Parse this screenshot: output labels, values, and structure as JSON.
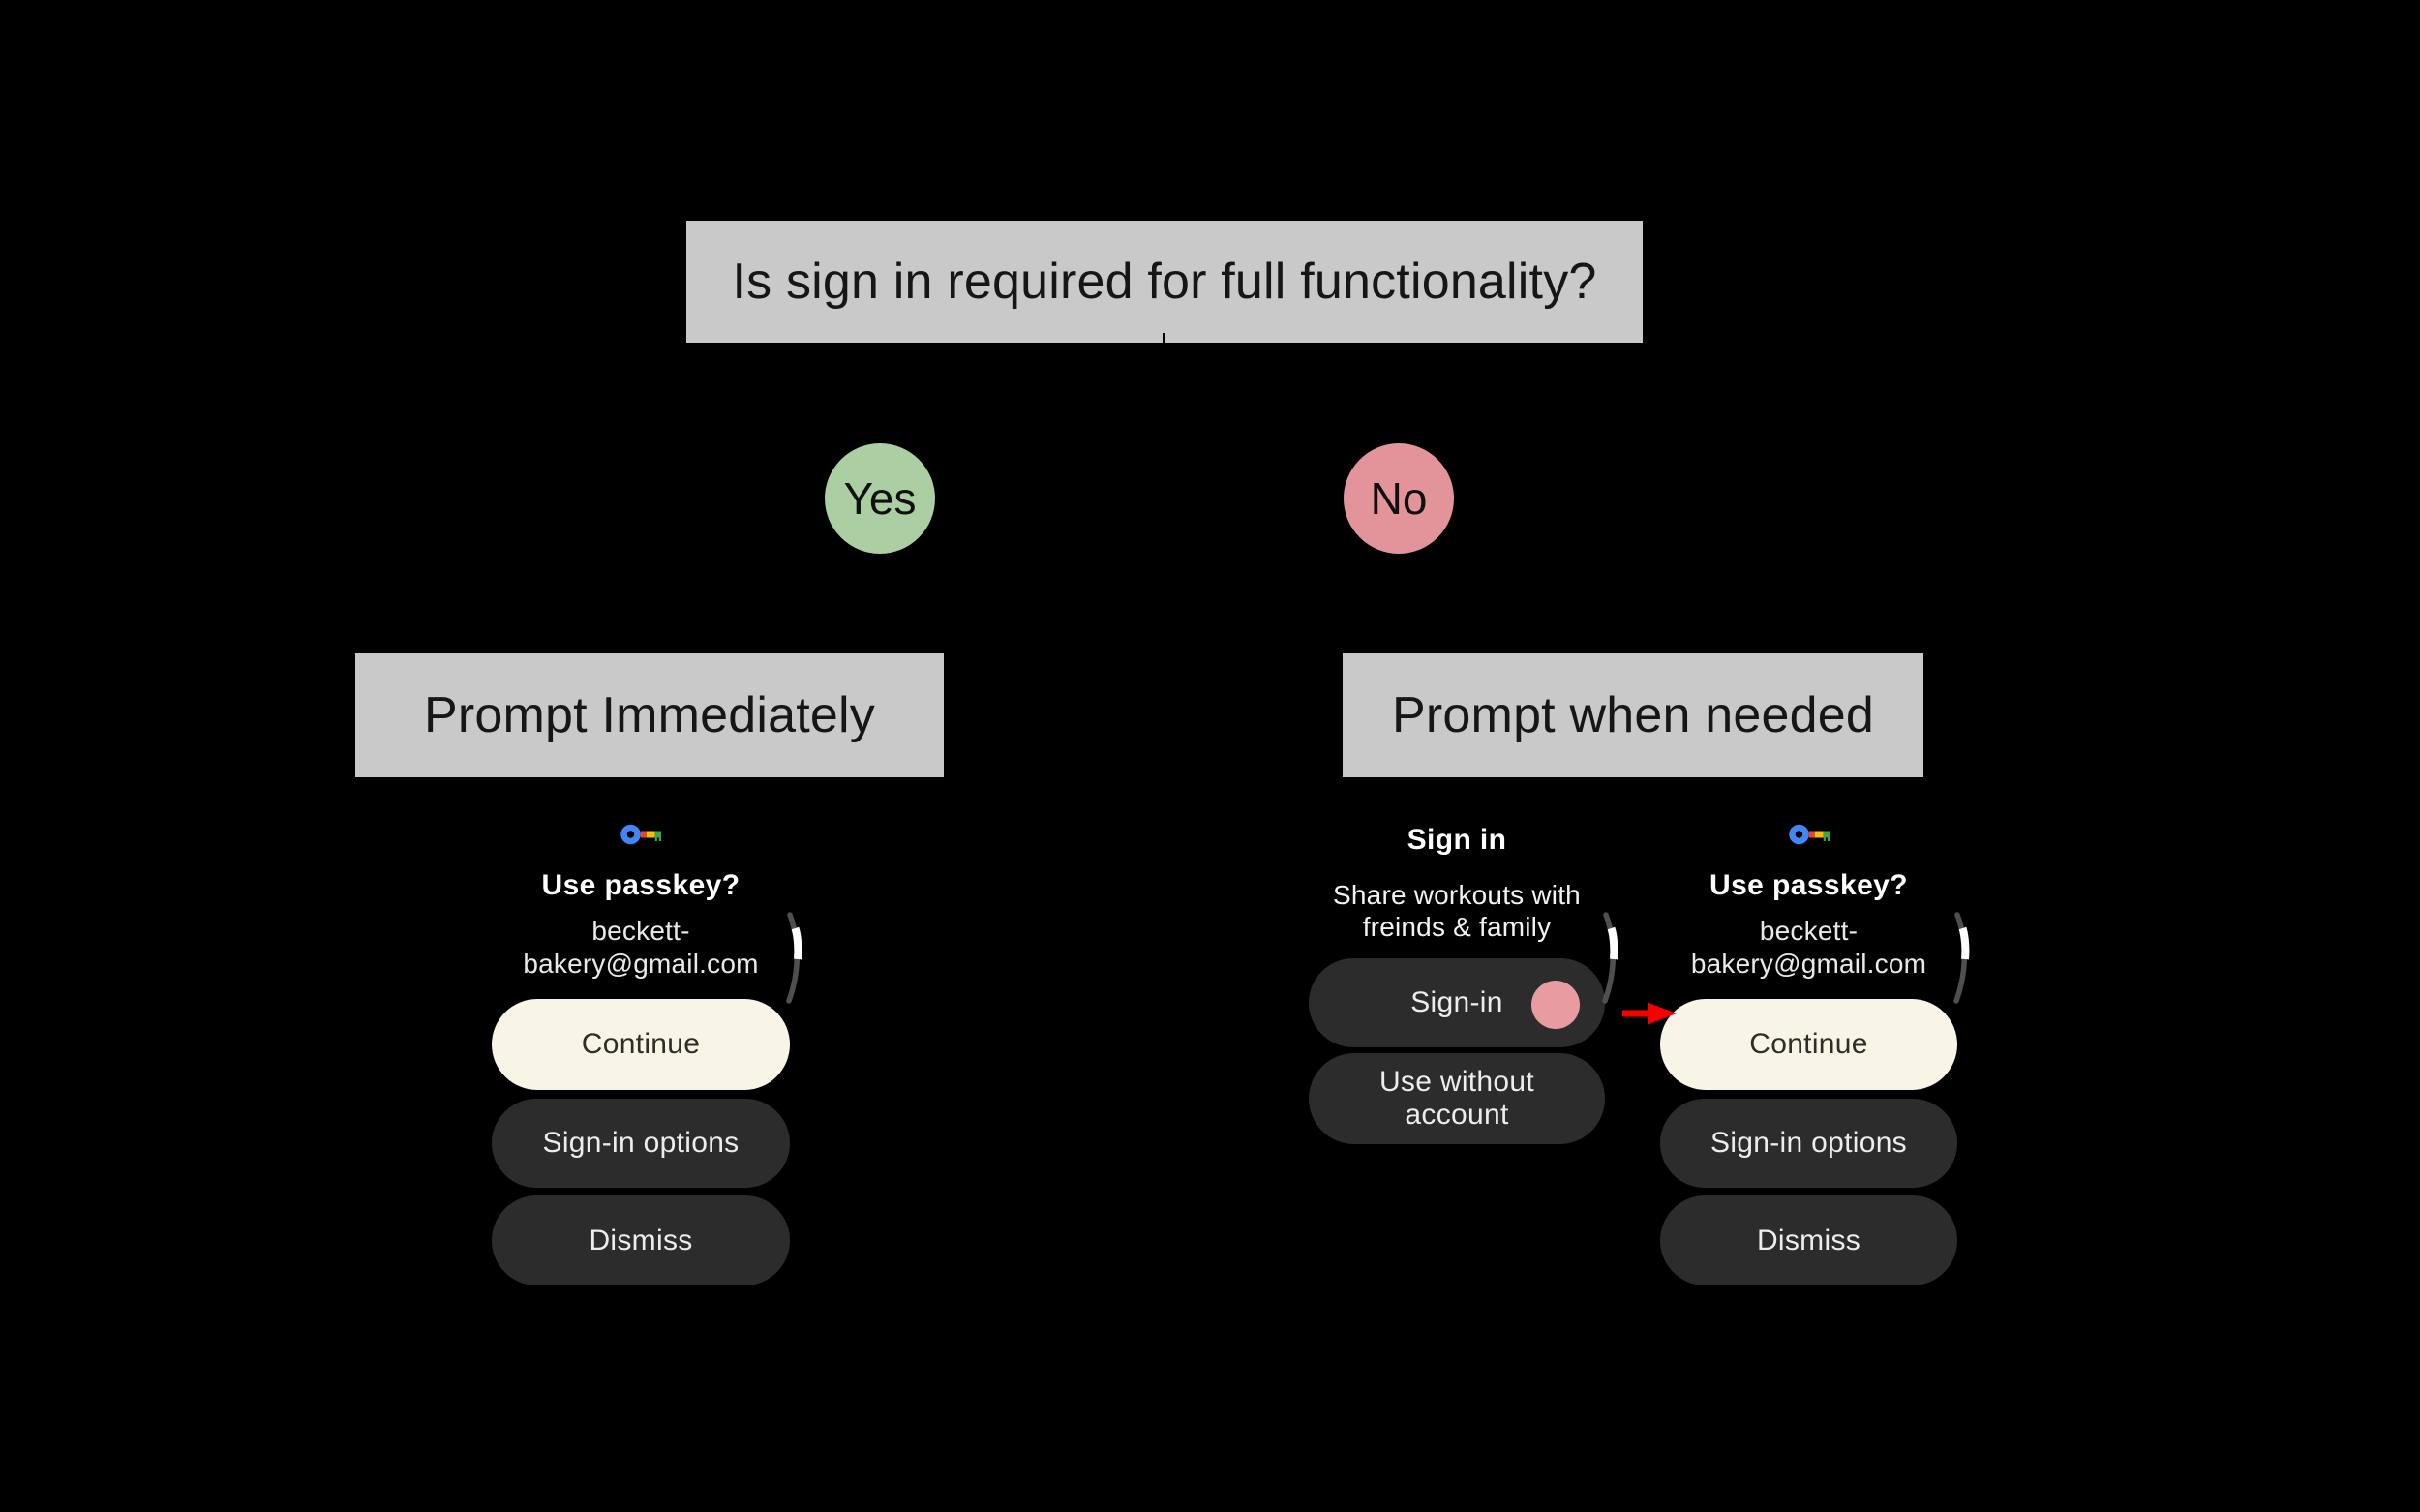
{
  "flowchart": {
    "question": "Is sign in required for full functionality?",
    "yes_label": "Yes",
    "no_label": "No",
    "outcome_immediate": "Prompt Immediately",
    "outcome_when_needed": "Prompt when needed"
  },
  "passkey_screen": {
    "icon": "google-passkey-key-icon",
    "title": "Use passkey?",
    "account_line1": "beckett-",
    "account_line2": "bakery@gmail.com",
    "continue_label": "Continue",
    "signin_options_label": "Sign-in options",
    "dismiss_label": "Dismiss"
  },
  "signin_screen": {
    "title": "Sign in",
    "subtitle_line1": "Share workouts with",
    "subtitle_line2": "freinds & family",
    "signin_label": "Sign-in",
    "use_without_line1": "Use without",
    "use_without_line2": "account"
  },
  "colors": {
    "background": "#000000",
    "flow_box": "#C9C9C9",
    "yes_node": "#ABCFA2",
    "no_node": "#E2949A",
    "watch_button_dark": "#2C2C2C",
    "watch_button_cream": "#F8F4E6",
    "tap_indicator": "#E89CA1",
    "arrow": "#F80000",
    "key_blue": "#4285F4",
    "key_red": "#EA4335",
    "key_yellow": "#FBBC04",
    "key_green": "#34A853"
  }
}
